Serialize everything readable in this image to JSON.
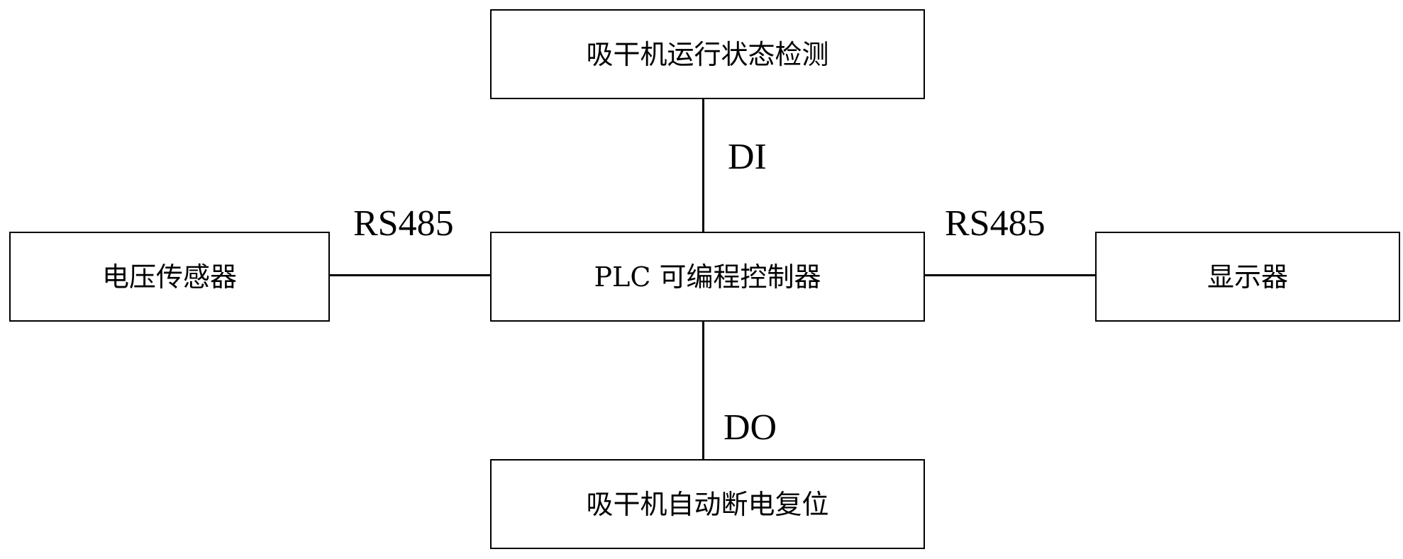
{
  "diagram": {
    "nodes": {
      "top": "吸干机运行状态检测",
      "center": "PLC 可编程控制器",
      "bottom": "吸干机自动断电复位",
      "left": "电压传感器",
      "right": "显示器"
    },
    "edges": {
      "top_to_center": "DI",
      "center_to_bottom": "DO",
      "left_to_center": "RS485",
      "center_to_right": "RS485"
    }
  }
}
